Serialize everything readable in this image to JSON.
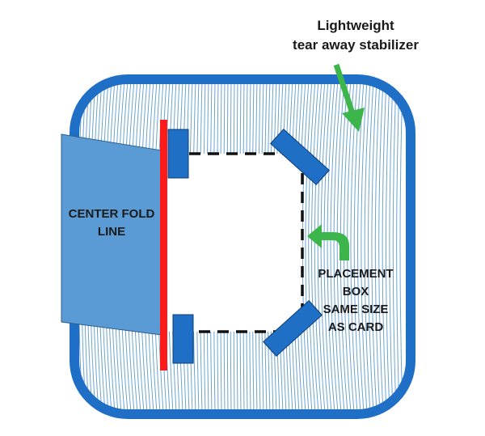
{
  "labels": {
    "stabilizer_line1": "Lightweight",
    "stabilizer_line2": "tear away stabilizer",
    "center_fold_line1": "CENTER FOLD",
    "center_fold_line2": "LINE",
    "placement_line1": "PLACEMENT",
    "placement_line2": "BOX",
    "placement_line3": "SAME SIZE",
    "placement_line4": "AS CARD"
  },
  "colors": {
    "hoop_frame": "#1f6fc7",
    "stabilizer_lines": "#6aa3d6",
    "fold_panel": "#5b9bd5",
    "fold_panel_edge": "#2f5f8f",
    "fold_line": "#ff1a1a",
    "corner_tabs": "#1f6fc7",
    "arrow_green": "#3cb54a",
    "placement_box_dash": "#111111"
  }
}
